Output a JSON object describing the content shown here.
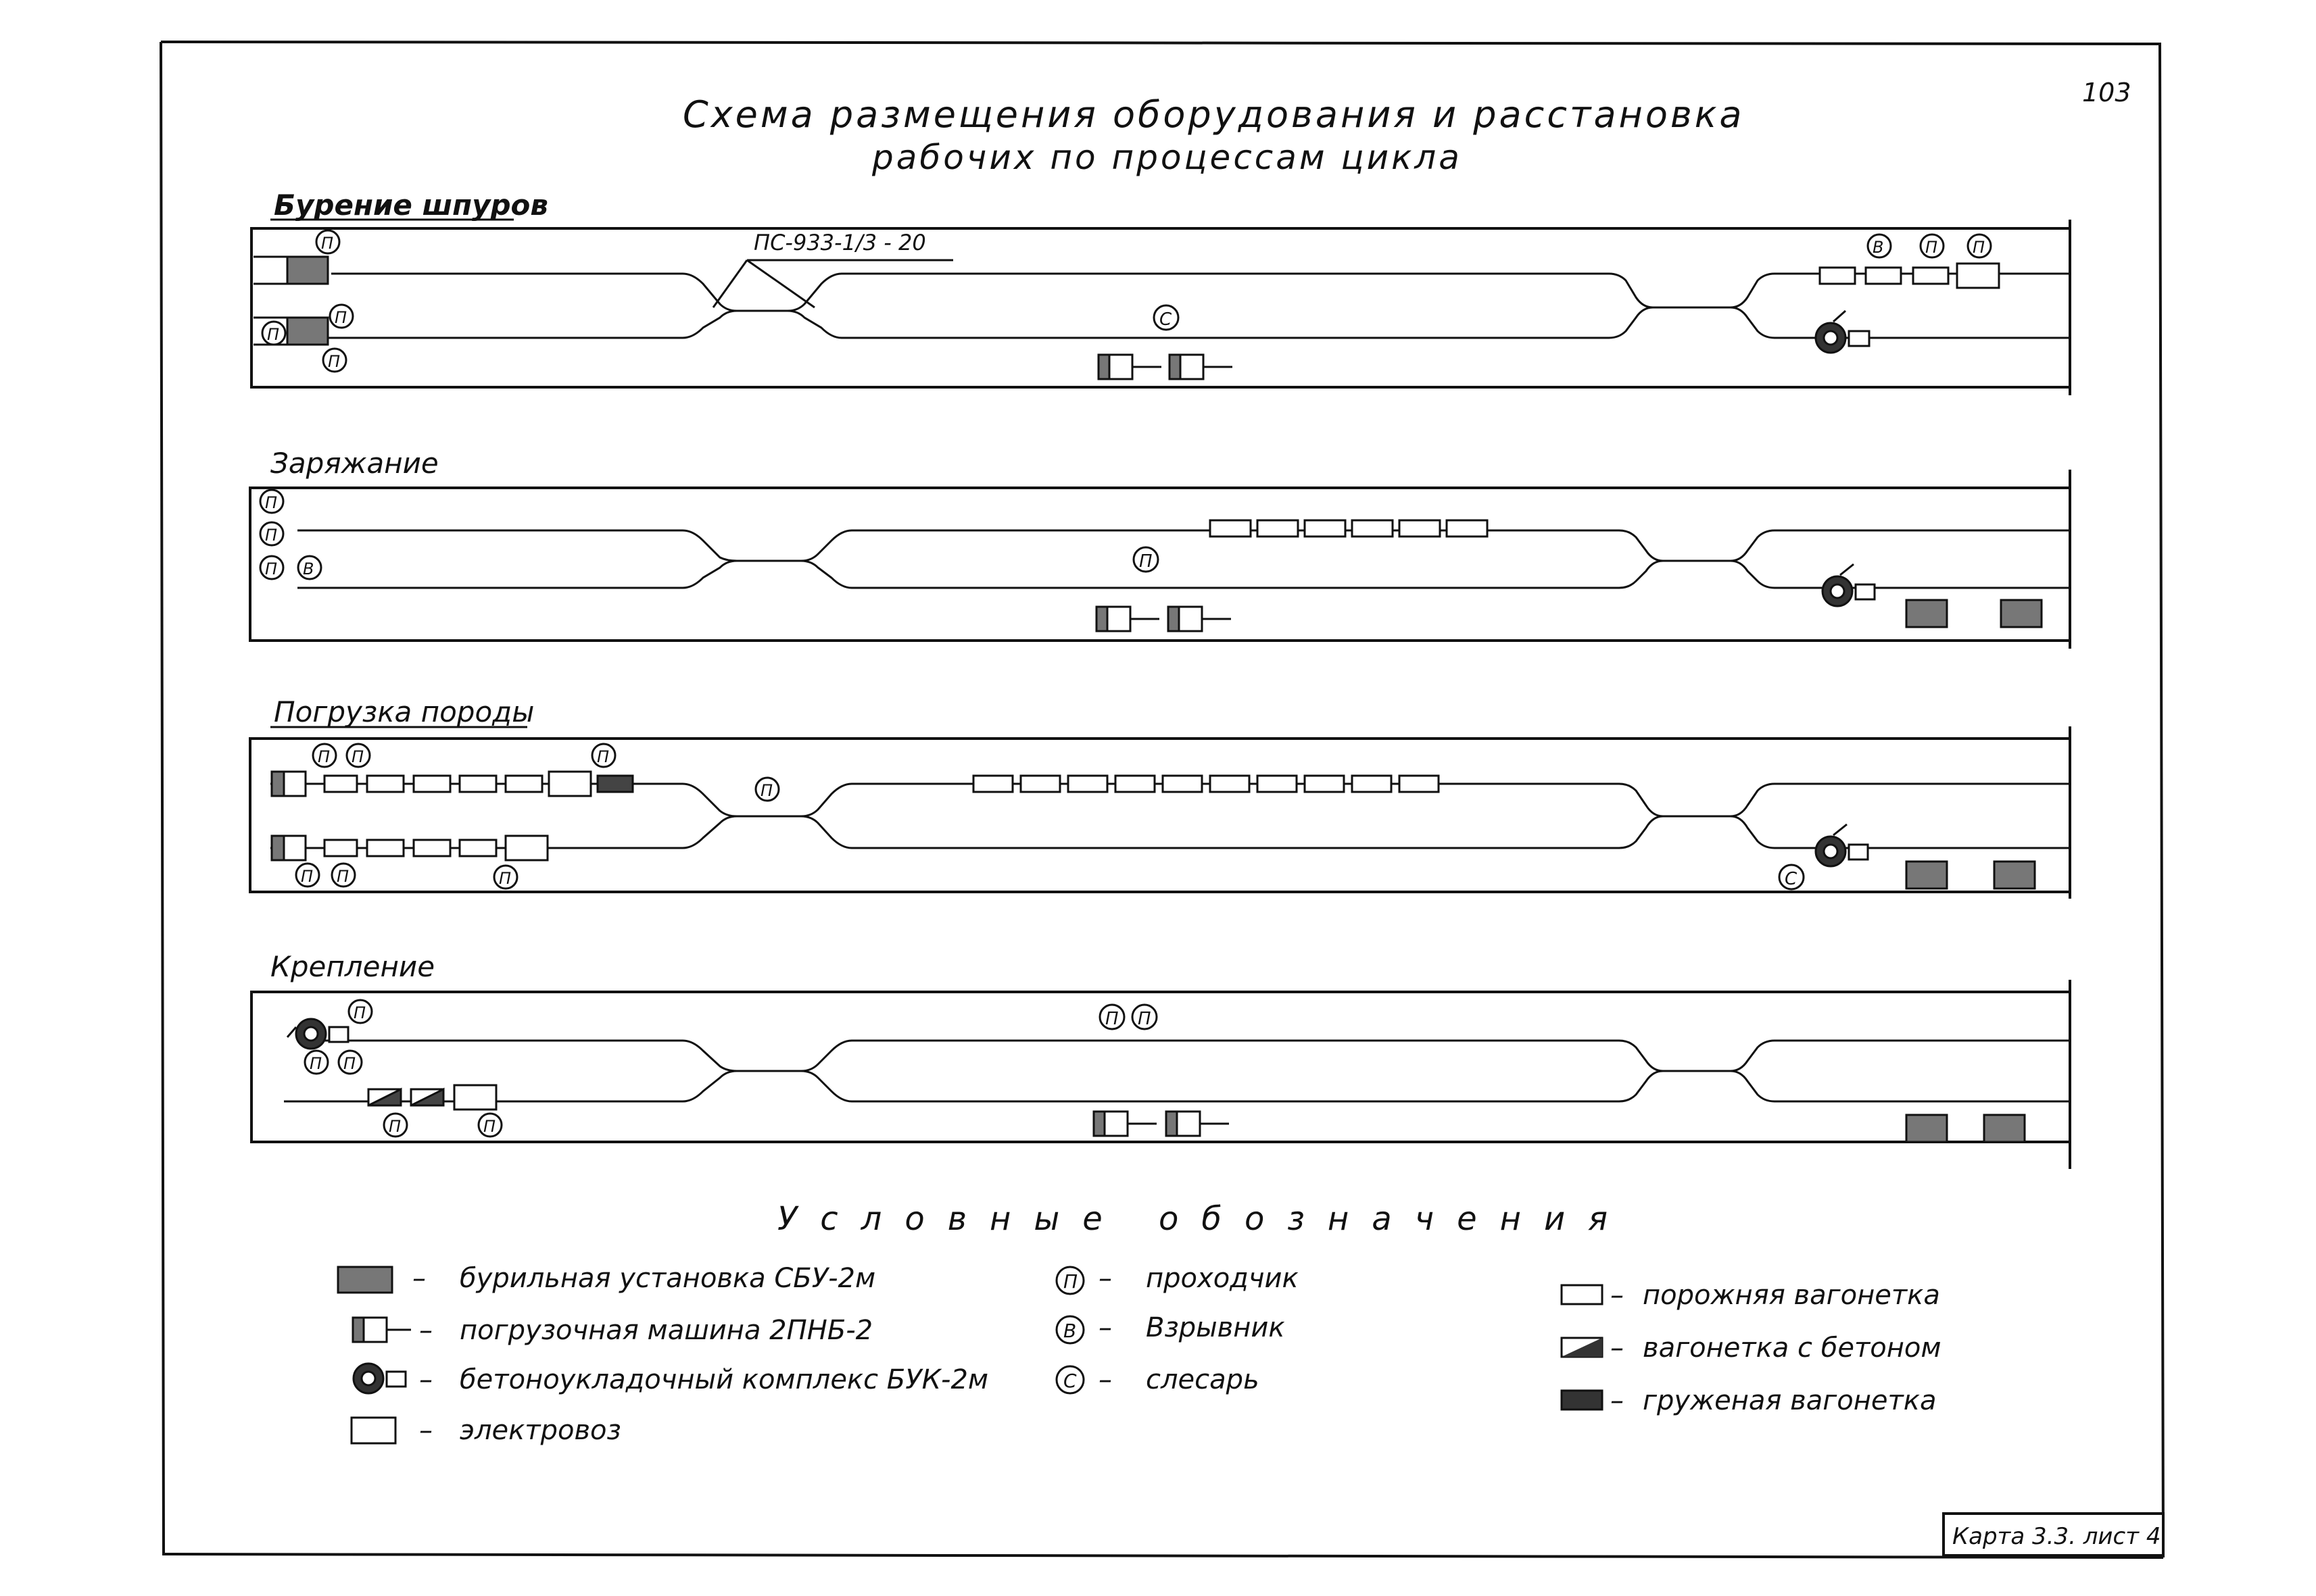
{
  "page_number": "103",
  "title_line1": "Схема размещения оборудования и расстановка",
  "title_line2": "рабочих по процессам цикла",
  "panels": {
    "drilling": {
      "title": "Бурение шпуров",
      "switch_label": "ПС-933-1/3 - 20"
    },
    "charging": {
      "title": "Заряжание"
    },
    "loading": {
      "title": "Погрузка породы"
    },
    "support": {
      "title": "Крепление"
    }
  },
  "worker_marks": {
    "miner": "П",
    "blaster": "В",
    "fitter": "С"
  },
  "legend": {
    "title": "Условные обозначения",
    "items": {
      "drill_rig": "бурильная установка СБУ-2м",
      "loader": "погрузочная машина 2ПНБ-2",
      "concrete": "бетоноукладочный комплекс БУК-2м",
      "locomotive": "электровоз",
      "miner": "проходчик",
      "blaster": "Взрывник",
      "fitter": "слесарь",
      "empty_car": "порожняя вагонетка",
      "concrete_car": "вагонетка с бетоном",
      "loaded_car": "груженая вагонетка"
    },
    "dash": "–"
  },
  "stamp": "Карта 3.3. лист 4",
  "colors": {
    "ink": "#111111",
    "paper": "#ffffff"
  }
}
